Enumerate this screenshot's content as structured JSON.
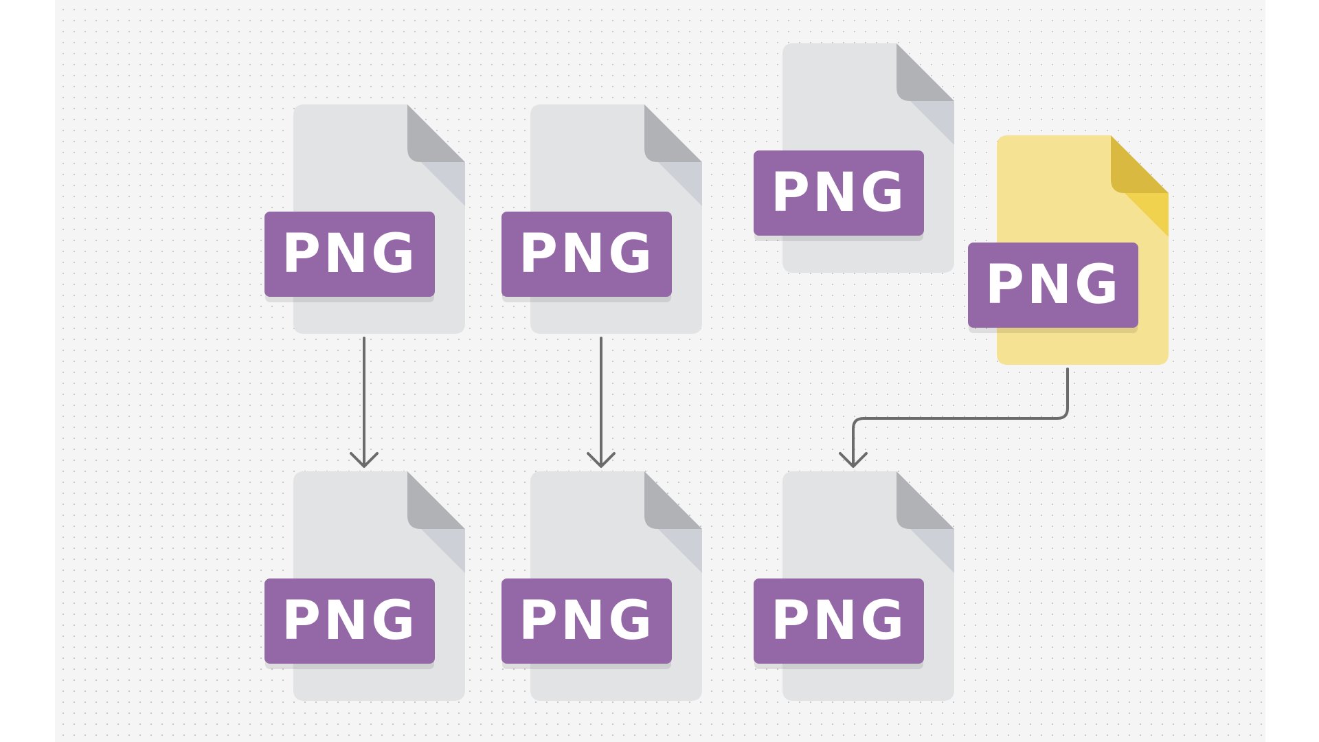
{
  "colors": {
    "canvas": "#f5f5f5",
    "grid_dot": "#c9c9c9",
    "file_body": "#e1e3e4",
    "file_fold": "#b0b2b6",
    "file_fold_shadow": "#cdd0d6",
    "selected_body": "#f6e293",
    "selected_fold": "#d9b93f",
    "selected_fold_shadow": "#f0d24e",
    "badge": "#9467a7",
    "badge_text": "#ffffff",
    "connector": "#6b6b6b"
  },
  "files": [
    {
      "id": "file-a1",
      "label": "PNG",
      "selected": false
    },
    {
      "id": "file-b1",
      "label": "PNG",
      "selected": false
    },
    {
      "id": "file-c1",
      "label": "PNG",
      "selected": false
    },
    {
      "id": "file-d1",
      "label": "PNG",
      "selected": true
    },
    {
      "id": "file-a2",
      "label": "PNG",
      "selected": false
    },
    {
      "id": "file-b2",
      "label": "PNG",
      "selected": false
    },
    {
      "id": "file-c2",
      "label": "PNG",
      "selected": false
    }
  ],
  "connectors": [
    {
      "from": "file-a1",
      "to": "file-a2",
      "style": "straight"
    },
    {
      "from": "file-b1",
      "to": "file-b2",
      "style": "straight"
    },
    {
      "from": "file-d1",
      "to": "file-c2",
      "style": "elbow"
    }
  ]
}
